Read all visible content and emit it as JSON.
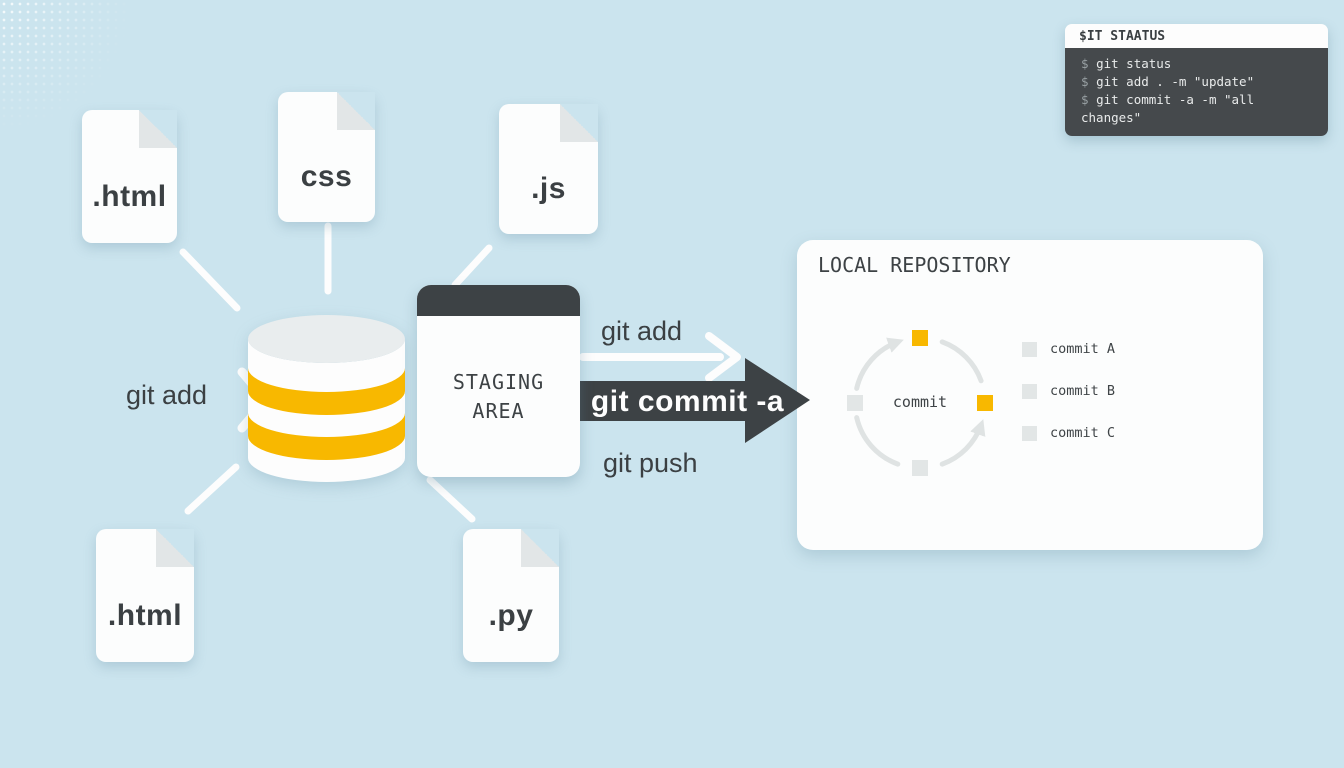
{
  "colors": {
    "background": "#cbe4ee",
    "card": "#fcfdfd",
    "charcoal": "#3d4245",
    "yellow": "#f8b800",
    "light_gray": "#e2e6e6",
    "arc_gray": "#dfe3e3",
    "label_text": "#3b4043"
  },
  "terminal": {
    "title": "$IT STAATUS",
    "lines": [
      {
        "prompt": "$ ",
        "command": "git status"
      },
      {
        "prompt": "$ ",
        "command": "git add .  -m \"update\""
      },
      {
        "prompt": "$ ",
        "command": "git commit -a -m \"all changes\""
      }
    ]
  },
  "files": {
    "html_top": ".html",
    "css": "css",
    "js": ".js",
    "html_bottom": ".html",
    "py": ".py"
  },
  "flow_labels": {
    "git_add_left": "git add",
    "git_add_top": "git add",
    "git_commit": "git commit -a",
    "git_push": "git push"
  },
  "staging_area": {
    "line1": "STAGING",
    "line2": "AREA"
  },
  "local_repository": {
    "title": "LOCAL REPOSITORY",
    "cycle_center_label": "commit",
    "commits": [
      "commit A",
      "commit B",
      "commit C"
    ]
  },
  "icons": {
    "database": "database-cylinder-icon",
    "file": "file-page-icon",
    "terminal": "terminal-window-icon"
  }
}
